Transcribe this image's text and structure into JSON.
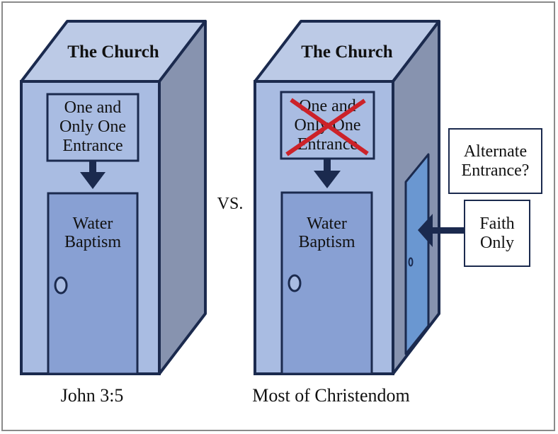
{
  "colors": {
    "outline": "#1b2a4e",
    "roof": "#bccae6",
    "front": "#a9bce2",
    "side": "#8793af",
    "door": "#88a0d3",
    "side_door": "#6a97d1",
    "cross": "#cc2229",
    "frame": "#8a8a8a"
  },
  "left_building": {
    "roof_title": "The Church",
    "sign_lines": [
      "One and",
      "Only One",
      "Entrance"
    ],
    "door_lines": [
      "Water",
      "Baptism"
    ],
    "caption": "John 3:5"
  },
  "separator": "VS.",
  "right_building": {
    "roof_title": "The Church",
    "sign_lines": [
      "One and",
      "Only One",
      "Entrance"
    ],
    "sign_crossed_out": true,
    "door_lines": [
      "Water",
      "Baptism"
    ],
    "caption": "Most of Christendom"
  },
  "callouts": {
    "alternate": [
      "Alternate",
      "Entrance?"
    ],
    "faith_only": [
      "Faith",
      "Only"
    ]
  }
}
